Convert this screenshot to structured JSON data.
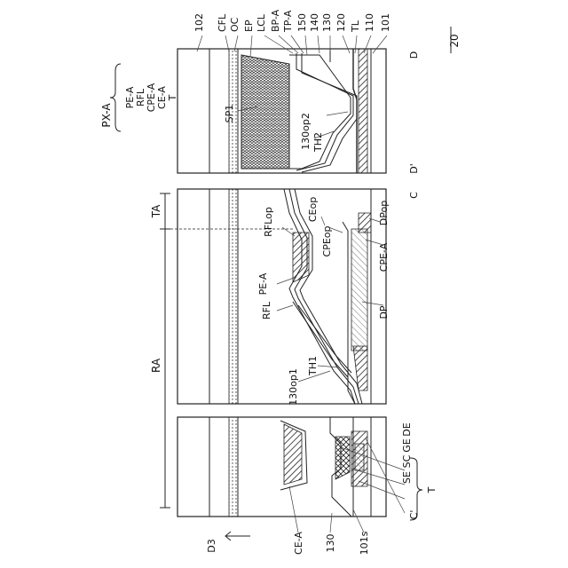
{
  "figure_number": "20",
  "direction_label": "D3",
  "legend": {
    "group_label": "PX-A",
    "items": [
      "PE-A",
      "RFL",
      "CPE-A",
      "CE-A",
      "T"
    ]
  },
  "panels": {
    "left_right": {
      "top": "D",
      "bottom": "D'"
    },
    "main": {
      "top": "C",
      "bottom": "C'"
    }
  },
  "regions": {
    "ta": "TA",
    "ra": "RA"
  },
  "top_labels": [
    "102",
    "CFL",
    "OC",
    "EP",
    "LCL",
    "BP-A",
    "TP-A",
    "150",
    "140",
    "130",
    "120",
    "TL",
    "110",
    "101"
  ],
  "labels": {
    "sp1": "SP1",
    "th2": "TH2",
    "op2": "130op2",
    "rflop": "RFLop",
    "ceop": "CEop",
    "dpop": "DPop",
    "cpeop": "CPEop",
    "cpea": "CPE-A",
    "pea": "PE-A",
    "rfl": "RFL",
    "dp": "DP",
    "th1": "TH1",
    "op1": "130op1",
    "cea": "CE-A",
    "l130": "130",
    "l101s": "101s",
    "se": "SE",
    "sc": "SC",
    "ge": "GE",
    "de": "DE",
    "t": "T"
  }
}
